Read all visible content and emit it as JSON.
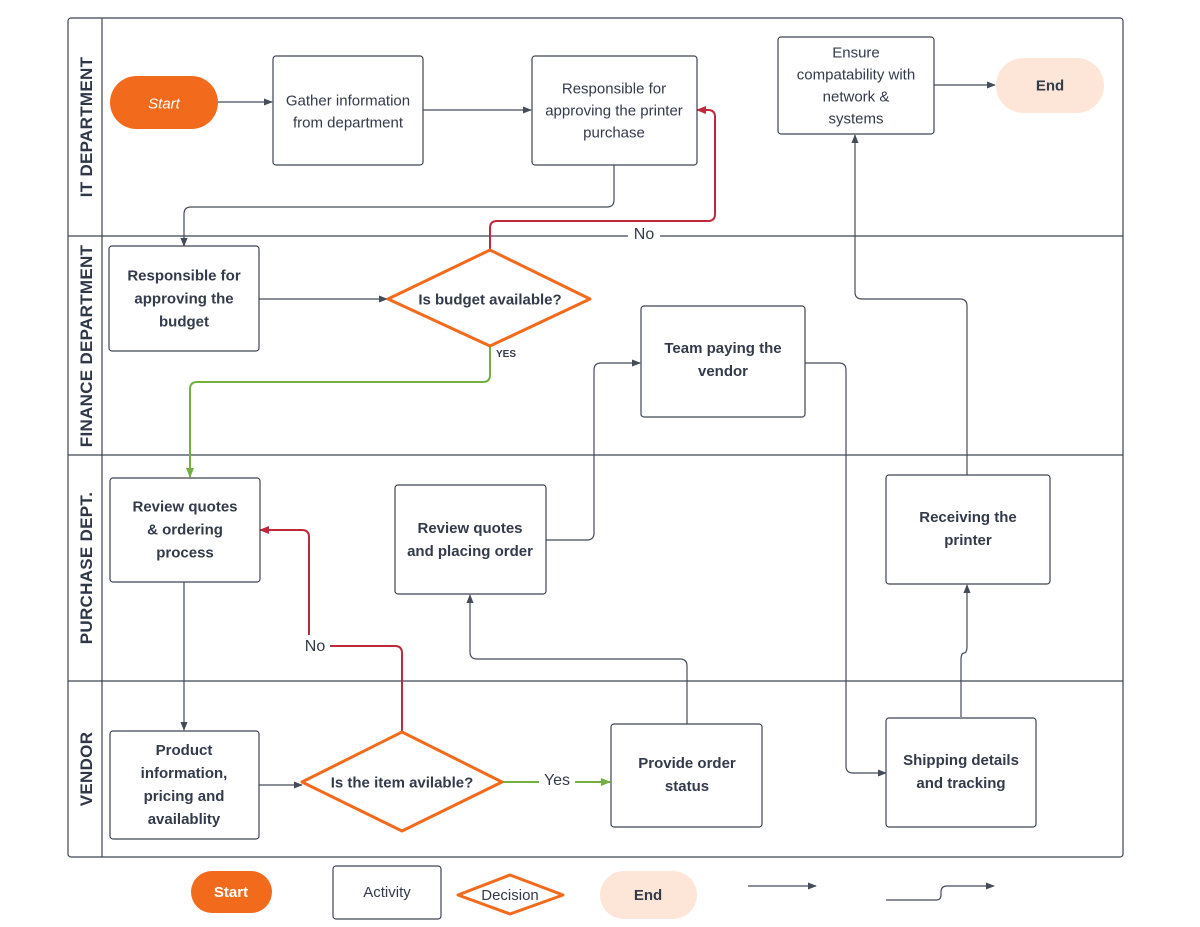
{
  "lanes": [
    {
      "id": "it",
      "label": "IT DEPARTMENT"
    },
    {
      "id": "finance",
      "label": "FINANCE DEPARTMENT"
    },
    {
      "id": "purchase",
      "label": "PURCHASE DEPT."
    },
    {
      "id": "vendor",
      "label": "VENDOR"
    }
  ],
  "nodes": {
    "start": {
      "lines": [
        "Start"
      ]
    },
    "gather": {
      "lines": [
        "Gather information",
        "from department"
      ]
    },
    "approve_printer": {
      "lines": [
        "Responsible for",
        "approving the printer",
        "purchase"
      ]
    },
    "ensure": {
      "lines": [
        "Ensure",
        "compatability with",
        "network  &",
        "systems"
      ]
    },
    "end": {
      "lines": [
        "End"
      ]
    },
    "approve_budget": {
      "lines": [
        "Responsible for",
        "approving the",
        "budget"
      ]
    },
    "budget_decision": {
      "lines": [
        "Is budget available?"
      ]
    },
    "team_paying": {
      "lines": [
        "Team paying the",
        "vendor"
      ]
    },
    "review_ordering": {
      "lines": [
        "Review quotes",
        "& ordering",
        "process"
      ]
    },
    "review_placing": {
      "lines": [
        "Review quotes",
        "and placing order"
      ]
    },
    "receiving": {
      "lines": [
        "Receiving the",
        "printer"
      ]
    },
    "product_info": {
      "lines": [
        "Product",
        "information,",
        "pricing and",
        "availablity"
      ]
    },
    "item_decision": {
      "lines": [
        "Is the item avilable?"
      ]
    },
    "order_status": {
      "lines": [
        "Provide order",
        "status"
      ]
    },
    "shipping": {
      "lines": [
        "Shipping details",
        "and tracking"
      ]
    }
  },
  "edge_labels": {
    "budget_no": "No",
    "budget_yes": "YES",
    "item_no": "No",
    "item_yes": "Yes"
  },
  "legend": {
    "start": "Start",
    "activity": "Activity",
    "decision": "Decision",
    "end": "End"
  },
  "colors": {
    "orange": "#f26b1d",
    "end_fill": "#fde6d8",
    "red_line": "#c0283c",
    "green_line": "#72b043",
    "lane_border": "#3d4452",
    "line": "#444b59"
  }
}
